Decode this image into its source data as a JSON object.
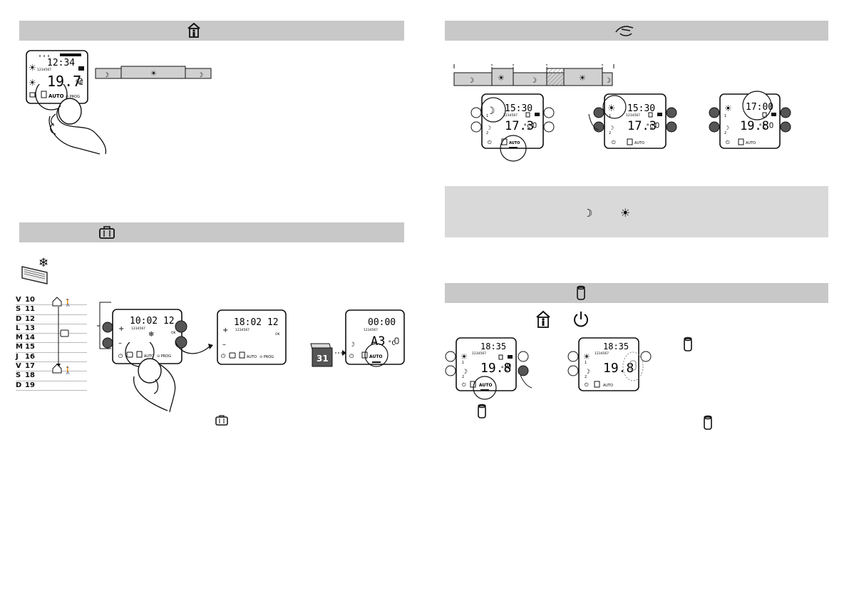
{
  "sections": {
    "comfort": {
      "header_icon": "house-person-icon"
    },
    "manual": {
      "header_icon": "hand-icon"
    },
    "absence": {
      "header_icon": "suitcase-icon"
    },
    "window": {
      "header_icon": "window-detector-icon"
    }
  },
  "displays": {
    "comfort_main": {
      "time": "12:34",
      "temp": "19.7",
      "unit": "°C",
      "mode": "AUTO",
      "days": "1234567"
    },
    "manual_1": {
      "time": "15:30",
      "temp": "17.3",
      "unit": "°C",
      "mode": "AUTO",
      "days": "1234567",
      "side1": "1",
      "side2": "2"
    },
    "manual_2": {
      "time": "15:30",
      "temp": "17.3",
      "unit": "°C",
      "mode": "AUTO",
      "days": "1234567",
      "side1": "1",
      "side2": "2"
    },
    "manual_3": {
      "time": "17:00",
      "temp": "19.8",
      "unit": "°C",
      "mode": "AUTO",
      "side1": "1",
      "side2": "2"
    },
    "absence_1": {
      "time": "10:02 12",
      "days": "1234567",
      "ok": "OK",
      "mode": "AUTO",
      "plus": "+",
      "minus": "–"
    },
    "absence_2": {
      "time": "18:02 12",
      "days": "1234567",
      "ok": "OK",
      "mode": "AUTO",
      "plus": "+",
      "minus": "–"
    },
    "absence_3": {
      "time": "00:00",
      "temp": "A3",
      "unit": "°C",
      "days": "1234567",
      "mode": "AUTO"
    },
    "window_1": {
      "time": "18:35",
      "temp": "19.8",
      "unit": "°C",
      "days": "1234567",
      "mode": "AUTO",
      "side1": "1",
      "side2": "2"
    },
    "window_2": {
      "time": "18:35",
      "temp": "19.8",
      "days": "1234567",
      "mode": "AUTO",
      "side1": "1",
      "side2": "2"
    }
  },
  "calendar": {
    "number": "31",
    "days": [
      {
        "letter": "V",
        "num": "10"
      },
      {
        "letter": "S",
        "num": "11"
      },
      {
        "letter": "D",
        "num": "12"
      },
      {
        "letter": "L",
        "num": "13"
      },
      {
        "letter": "M",
        "num": "14"
      },
      {
        "letter": "M",
        "num": "15"
      },
      {
        "letter": "J",
        "num": "16"
      },
      {
        "letter": "V",
        "num": "17"
      },
      {
        "letter": "S",
        "num": "18"
      },
      {
        "letter": "D",
        "num": "19"
      }
    ]
  },
  "colors": {
    "header": "#c8c8c8",
    "note": "#d9d9d9",
    "bar": "#d0d0d0",
    "button": "#555555"
  }
}
